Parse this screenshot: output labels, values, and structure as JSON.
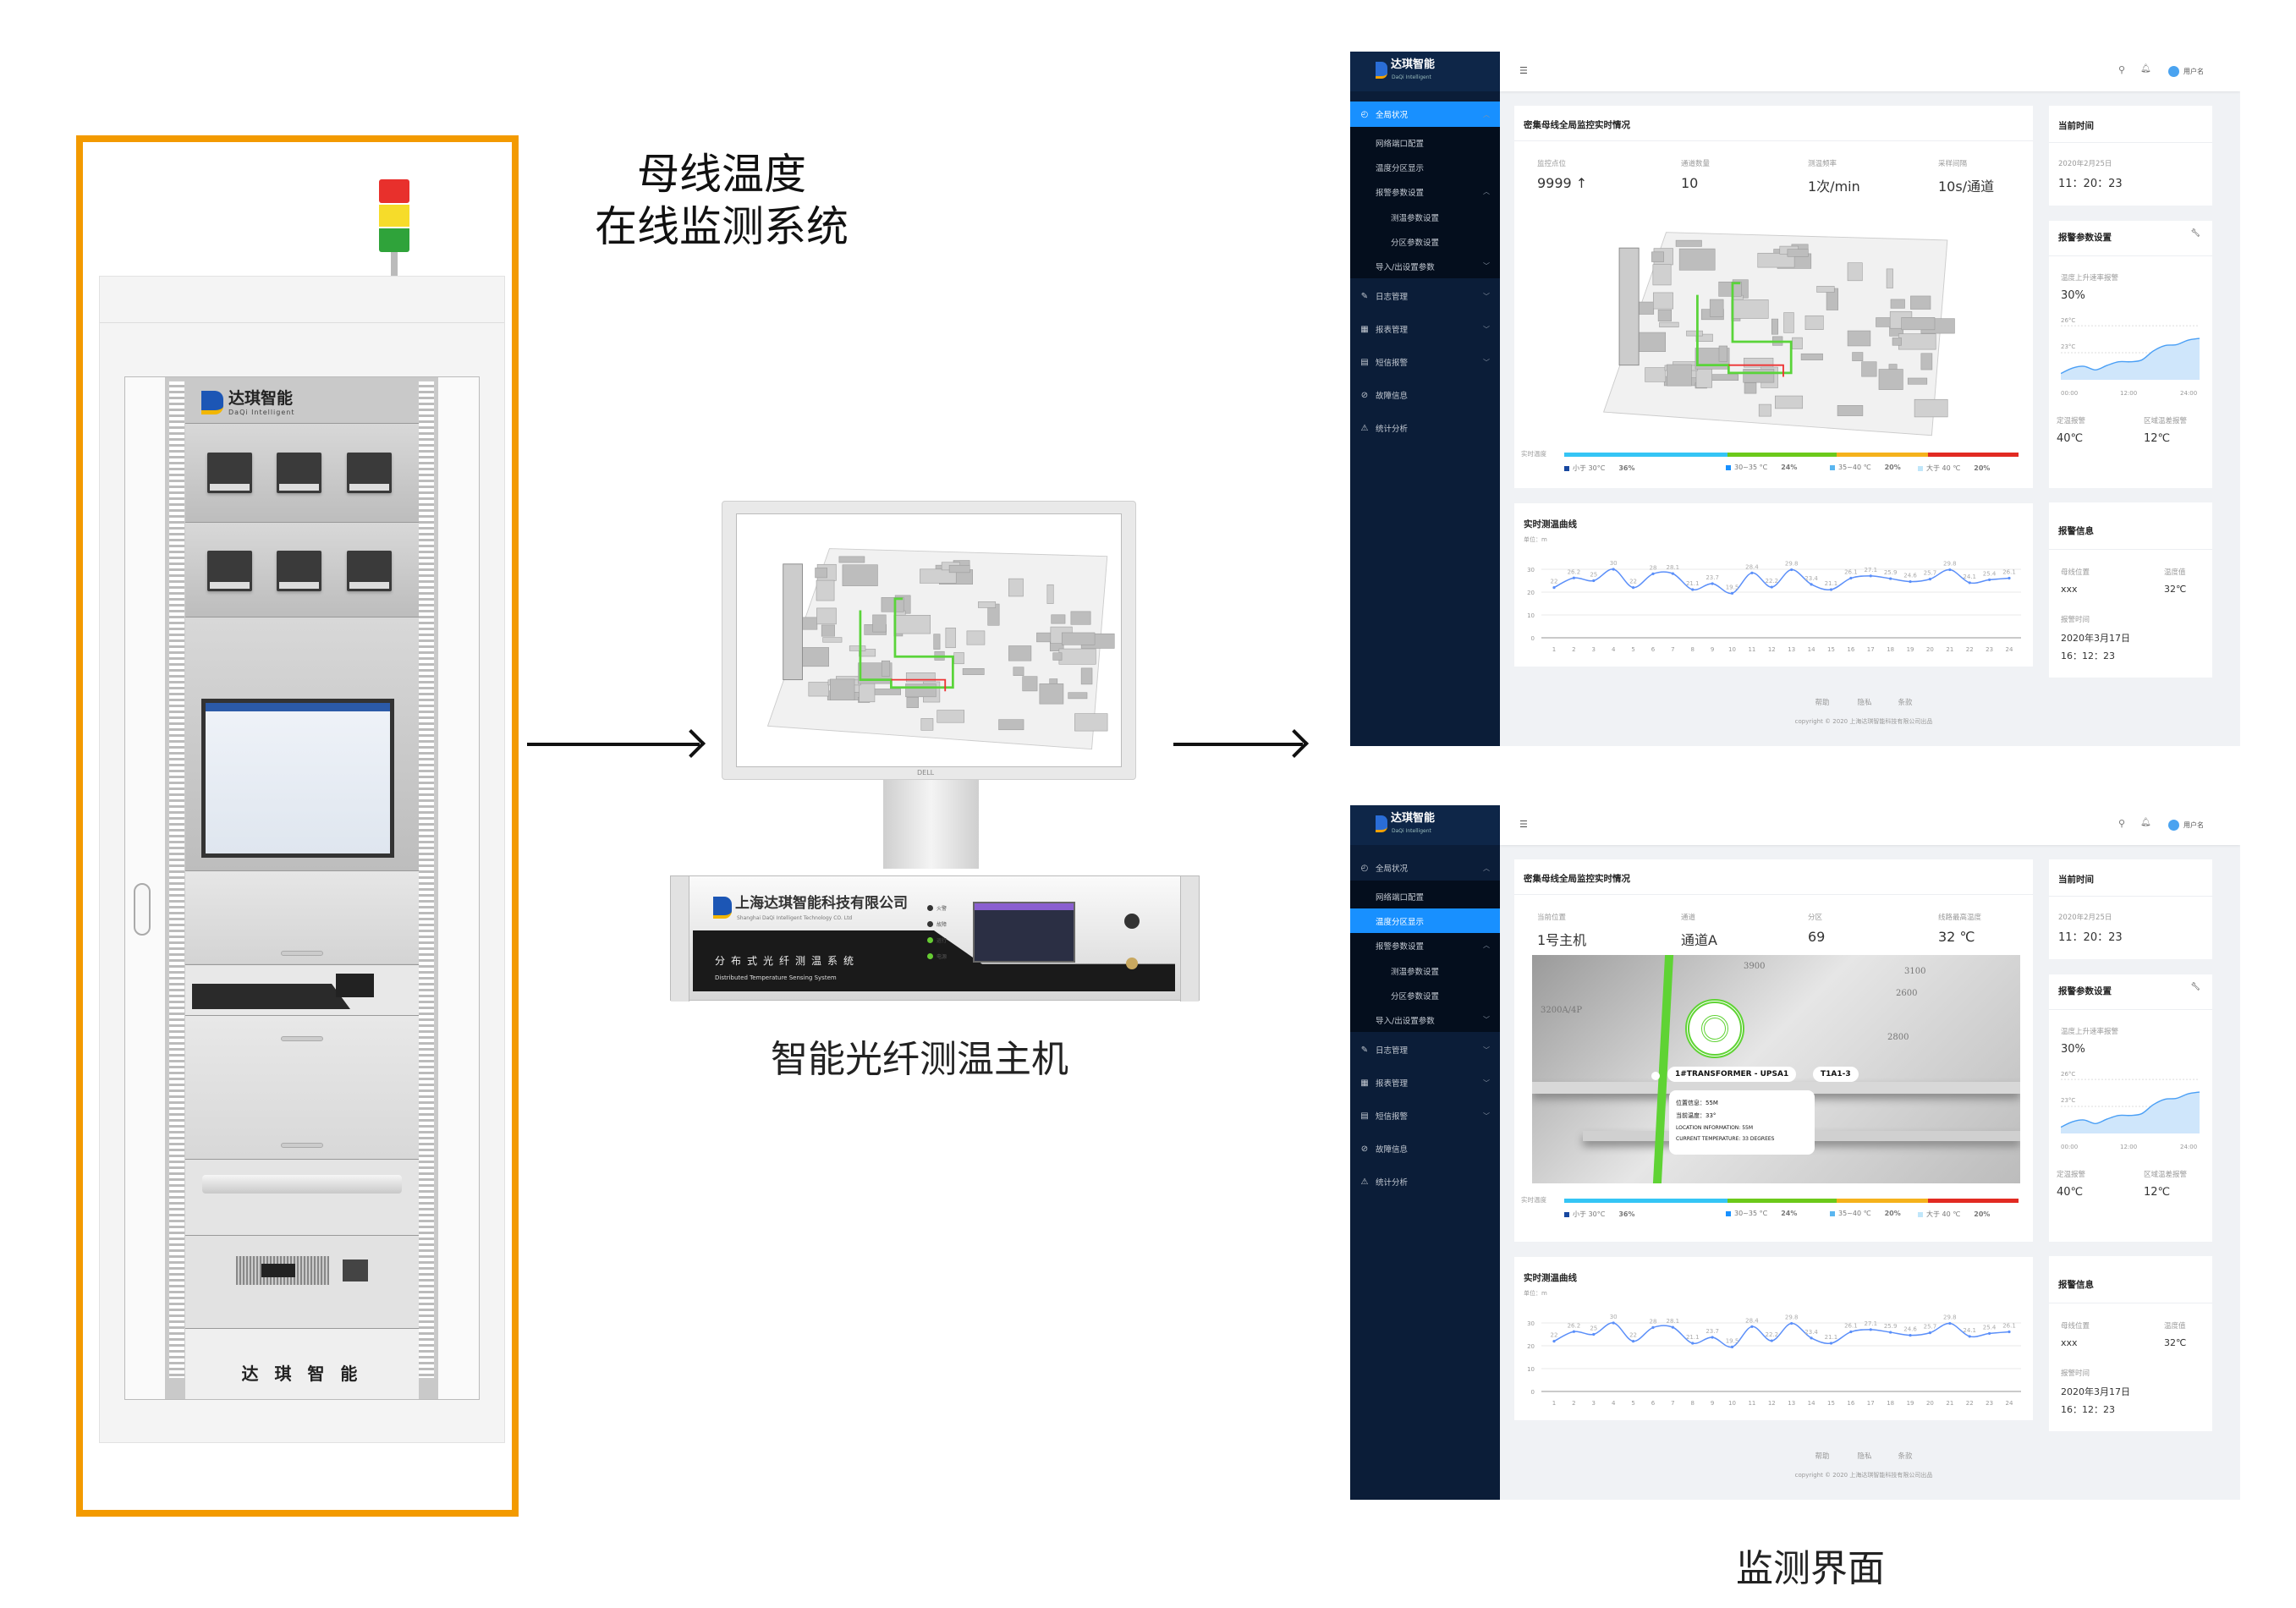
{
  "title": {
    "line1": "母线温度",
    "line2": "在线监测系统"
  },
  "host_label": "智能光纤测温主机",
  "ui_label": "监测界面",
  "colors": {
    "frame": "#f39a00",
    "accent": "#1890ff",
    "sidebar": "#0b1d38"
  },
  "cabinet": {
    "logo_cn": "达琪智能",
    "logo_en": "DaQi Intelligent",
    "footer": "达 琪 智 能",
    "beacon": [
      "#e8302c",
      "#f6dc2a",
      "#2fa33a"
    ]
  },
  "host_device": {
    "company_cn": "上海达琪智能科技有限公司",
    "company_en": "Shanghai DaQi Intelligent Technology CO. Ltd",
    "system_cn": "分布式光纤测温系统",
    "system_en": "Distributed Temperature Sensing System",
    "leds": [
      "火警",
      "故障",
      "运行",
      "电源"
    ],
    "monitor_brand": "DELL"
  },
  "dashboards": [
    {
      "logo_cn": "达琪智能",
      "logo_en": "DaQi Intelligent",
      "user": "用户名",
      "selected_item_index": 0,
      "menu": [
        "全局状况",
        "网络端口配置",
        "温度分区显示",
        "报警参数设置",
        "测温参数设置",
        "分区参数设置",
        "导入/出设置参数",
        "日志管理",
        "报表管理",
        "短信报警",
        "故障信息",
        "统计分析"
      ],
      "main": {
        "title": "密集母线全局监控实时情况",
        "stats": [
          {
            "label": "监控点位",
            "value": "9999 ↑"
          },
          {
            "label": "通道数量",
            "value": "10"
          },
          {
            "label": "测温频率",
            "value": "1次/min"
          },
          {
            "label": "采样间隔",
            "value": "10s/通道"
          }
        ],
        "bar_label": "实时温度",
        "legend": [
          {
            "label": "小于 30°C",
            "pct": "36%",
            "value": 36,
            "color": "#1848a0",
            "bar_color": "#35c5f5"
          },
          {
            "label": "30~35 °C",
            "pct": "24%",
            "value": 24,
            "color": "#1890ff",
            "bar_color": "#6cc91a"
          },
          {
            "label": "35~40 ℃",
            "pct": "20%",
            "value": 20,
            "color": "#5ab6f0",
            "bar_color": "#f5b21c"
          },
          {
            "label": "大于 40 ℃",
            "pct": "20%",
            "value": 20,
            "color": "#c0e6fa",
            "bar_color": "#e22a22"
          }
        ]
      },
      "time_card": {
        "title": "当前时间",
        "date": "2020年2月25日",
        "time": "11：20：23"
      },
      "param_card": {
        "title": "报警参数设置",
        "rate_label": "温度上升速率报警",
        "rate_value": "30%",
        "y_labels": [
          "26°C",
          "23°C"
        ],
        "x_labels": [
          "00:00",
          "12:00",
          "24:00"
        ],
        "fixed_label": "定温报警",
        "fixed_value": "40℃",
        "diff_label": "区域温差报警",
        "diff_value": "12℃"
      },
      "alarm_card": {
        "title": "报警信息",
        "pos_label": "母线位置",
        "pos_value": "xxx",
        "temp_label": "温度值",
        "temp_value": "32℃",
        "time_label": "报警时间",
        "date": "2020年3月17日",
        "time": "16：12：23"
      },
      "curve_card": {
        "title": "实时测温曲线",
        "unit": "单位：m"
      },
      "footer": {
        "links": [
          "帮助",
          "隐私",
          "条款"
        ],
        "copyright": "copyright © 2020 上海达琪智能科技有限公司出品"
      }
    },
    {
      "logo_cn": "达琪智能",
      "logo_en": "DaQi Intelligent",
      "user": "用户名",
      "selected_item_index": 2,
      "menu": [
        "全局状况",
        "网络端口配置",
        "温度分区显示",
        "报警参数设置",
        "测温参数设置",
        "分区参数设置",
        "导入/出设置参数",
        "日志管理",
        "报表管理",
        "短信报警",
        "故障信息",
        "统计分析"
      ],
      "main": {
        "title": "密集母线全局监控实时情况",
        "stats": [
          {
            "label": "当前位置",
            "value": "1号主机"
          },
          {
            "label": "通道",
            "value": "通道A"
          },
          {
            "label": "分区",
            "value": "69"
          },
          {
            "label": "线路最高温度",
            "value": "32 ℃"
          }
        ],
        "bar_label": "实时温度",
        "legend": [
          {
            "label": "小于 30°C",
            "pct": "36%",
            "value": 36,
            "color": "#1848a0",
            "bar_color": "#35c5f5"
          },
          {
            "label": "30~35 °C",
            "pct": "24%",
            "value": 24,
            "color": "#1890ff",
            "bar_color": "#6cc91a"
          },
          {
            "label": "35~40 ℃",
            "pct": "20%",
            "value": 20,
            "color": "#5ab6f0",
            "bar_color": "#f5b21c"
          },
          {
            "label": "大于 40 ℃",
            "pct": "20%",
            "value": 20,
            "color": "#c0e6fa",
            "bar_color": "#e22a22"
          }
        ],
        "overlay": {
          "tag1": "1#TRANSFORMER - UPSA1",
          "tag2": "T1A1-3",
          "info": [
            "位置信息：55M",
            "当前温度：33°",
            "LOCATION INFORMATION: 55M",
            "CURRENT TEMPERATURE: 33 DEGREES"
          ],
          "plan_labels": [
            "3900",
            "3100",
            "2600",
            "2800",
            "3200A/4P"
          ]
        }
      },
      "time_card": {
        "title": "当前时间",
        "date": "2020年2月25日",
        "time": "11：20：23"
      },
      "param_card": {
        "title": "报警参数设置",
        "rate_label": "温度上升速率报警",
        "rate_value": "30%",
        "y_labels": [
          "26°C",
          "23°C"
        ],
        "x_labels": [
          "00:00",
          "12:00",
          "24:00"
        ],
        "fixed_label": "定温报警",
        "fixed_value": "40℃",
        "diff_label": "区域温差报警",
        "diff_value": "12℃"
      },
      "alarm_card": {
        "title": "报警信息",
        "pos_label": "母线位置",
        "pos_value": "xxx",
        "temp_label": "温度值",
        "temp_value": "32℃",
        "time_label": "报警时间",
        "date": "2020年3月17日",
        "time": "16：12：23"
      },
      "curve_card": {
        "title": "实时测温曲线",
        "unit": "单位：m"
      },
      "footer": {
        "links": [
          "帮助",
          "隐私",
          "条款"
        ],
        "copyright": "copyright © 2020 上海达琪智能科技有限公司出品"
      }
    }
  ],
  "chart_data": [
    {
      "type": "line",
      "title": "实时测温曲线",
      "ylabel": "单位：m",
      "x": [
        1,
        2,
        3,
        4,
        5,
        6,
        7,
        8,
        9,
        10,
        11,
        12,
        13,
        14,
        15,
        16,
        17,
        18,
        19,
        20,
        21,
        22,
        23,
        24
      ],
      "values": [
        22,
        26.2,
        25,
        30,
        22,
        28,
        28.1,
        21.1,
        23.7,
        19.5,
        28.4,
        22.2,
        29.8,
        23.4,
        21.1,
        26.1,
        27.1,
        25.9,
        24.6,
        25.7,
        29.8,
        24.1,
        25.4,
        26.1
      ],
      "ylim": [
        0,
        30
      ],
      "yticks": [
        0,
        10,
        20,
        30
      ],
      "grid": true,
      "color": "#5b8ff9"
    },
    {
      "type": "area",
      "title": "温度上升速率报警",
      "x_labels": [
        "00:00",
        "12:00",
        "24:00"
      ],
      "values": [
        20.7,
        21.3,
        21.5,
        21.1,
        21.6,
        22.0,
        22.0,
        22.2,
        23.2,
        23.8,
        23.9,
        24.4,
        24.6
      ],
      "ylim": [
        20,
        27
      ],
      "reference_lines": [
        26,
        23
      ],
      "color": "#4a9ff5"
    }
  ]
}
